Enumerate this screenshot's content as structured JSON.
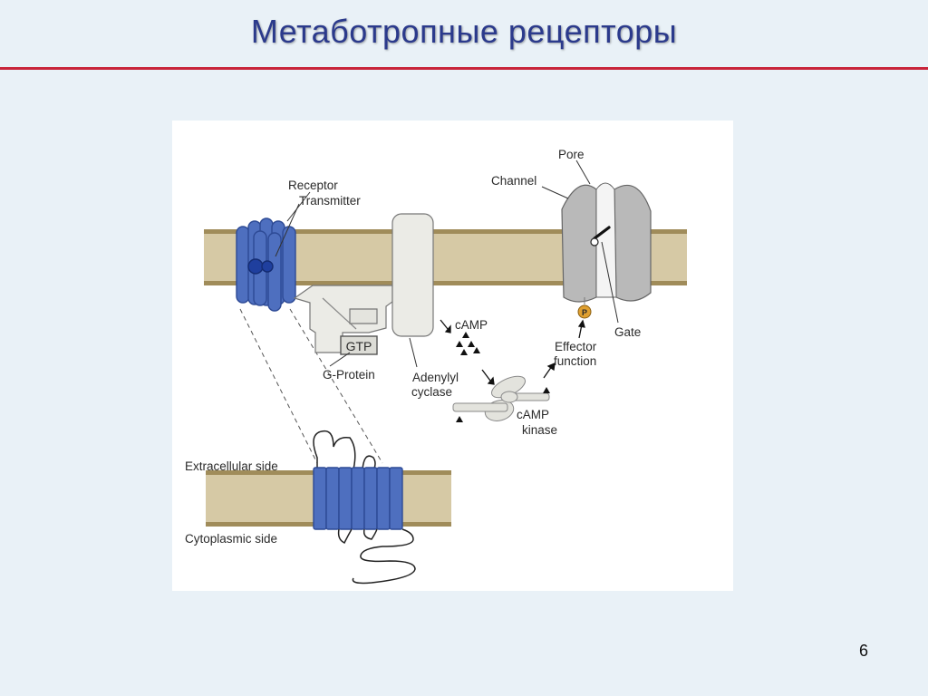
{
  "slide": {
    "title": "Метаботропные рецепторы",
    "page_number": "6"
  },
  "figure": {
    "labels": {
      "receptor": "Receptor",
      "transmitter": "Transmitter",
      "channel": "Channel",
      "pore": "Pore",
      "gate": "Gate",
      "phospho": "P",
      "camp": "cAMP",
      "gtp": "GTP",
      "g_protein": "G-Protein",
      "adenylyl": "Adenylyl",
      "cyclase": "cyclase",
      "effector": "Effector",
      "function": "function",
      "camp_kinase_1": "cAMP",
      "camp_kinase_2": "kinase",
      "extracellular": "Extracellular side",
      "cytoplasmic": "Cytoplasmic side"
    },
    "colors": {
      "membrane": "#d6c9a5",
      "membrane_edge": "#a08c5a",
      "receptor_blue": "#4e6fbf",
      "receptor_dark": "#2d4a95",
      "protein_gray": "#ebebe6",
      "channel_gray": "#b9b9b9",
      "phospho_orange": "#e0a030"
    }
  }
}
